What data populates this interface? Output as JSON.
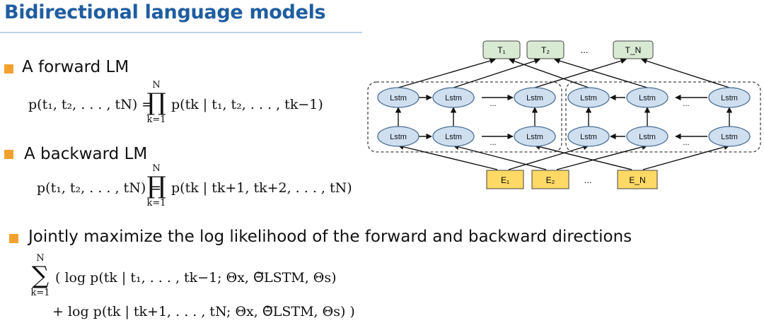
{
  "slide": {
    "title": "Bidirectional language models",
    "bullets": [
      "A forward LM",
      "A backward LM",
      "Jointly maximize the log likelihood of the forward and backward directions"
    ]
  },
  "equations": {
    "forward": {
      "lhs": "p(t₁, t₂, . . . , tN) =",
      "op": "∏",
      "upper": "N",
      "lower": "k=1",
      "rhs": "p(tk | t₁, t₂, . . . , tk−1)"
    },
    "backward": {
      "lhs": "p(t₁, t₂, . . . , tN) =",
      "op": "∏",
      "upper": "N",
      "lower": "k=1",
      "rhs": "p(tk | tk+1, tk+2, . . . , tN)"
    },
    "joint": {
      "op": "∑",
      "upper": "N",
      "lower": "k=1",
      "line1": "( log p(tk | t₁, . . . , tk−1; Θx, Θ⃗LSTM, Θs)",
      "line2": "+ log p(tk | tk+1, . . . , tN; Θx, Θ⃖LSTM, Θs) )"
    }
  },
  "diagram": {
    "lstm_label": "Lstm",
    "outputs": [
      "T₁",
      "T₂",
      "T_N"
    ],
    "inputs": [
      "E₁",
      "E₂",
      "E_N"
    ],
    "ellipsis": "...",
    "colors": {
      "output_fill": "#d9ead3",
      "input_fill": "#ffd966",
      "lstm_fill": "#cfdff0",
      "lstm_stroke": "#4a6f95"
    }
  }
}
